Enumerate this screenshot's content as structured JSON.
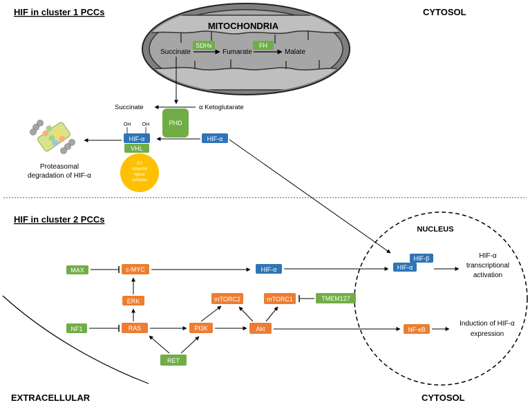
{
  "headings": {
    "cluster1": "HIF in cluster 1 PCCs",
    "cluster2": "HIF in cluster 2 PCCs",
    "cytosol_top": "CYTOSOL",
    "cytosol_bottom": "CYTOSOL",
    "extracellular": "EXTRACELLULAR",
    "nucleus": "NUCLEUS",
    "mitochondria": "MITOCHONDRIA"
  },
  "metabolites": {
    "succinate_mito": "Succinate",
    "fumarate": "Fumarate",
    "malate": "Malate",
    "succinate_cytosol": "Succinate",
    "alpha_kg": "α Ketoglutarate"
  },
  "enzymes": {
    "sdhx": "SDHx",
    "fh": "FH",
    "phd": "PHD"
  },
  "hif_cluster1": {
    "oh1": "OH",
    "oh2": "OH",
    "hif_hydroxylated": "HIF-α",
    "vhl": "VHL",
    "e3_line1": "E3",
    "e3_line2": "ubiquitin",
    "e3_line3": "ligase",
    "e3_line4": "complex",
    "hif_free": "HIF-α",
    "proteasome_line1": "Proteasomal",
    "proteasome_line2": "degradation of HIF-α"
  },
  "nucleus_content": {
    "hif_beta": "HIF-β",
    "hif_alpha": "HIF-α",
    "tx_line1": "HIF-α",
    "tx_line2": "transcriptional",
    "tx_line3": "activation",
    "nfkb": "NF-κB",
    "ind_line1": "Induction of HIF-α",
    "ind_line2": "expression"
  },
  "cluster2_nodes": {
    "max": "MAX",
    "cmyc": "c-MYC",
    "hif_alpha": "HIF-α",
    "erk": "ERK",
    "ras": "RAS",
    "nf1": "NF1",
    "pi3k": "PI3K",
    "mtorc2": "mTORC2",
    "mtorc1": "mTORC1",
    "tmem127": "TMEM127",
    "akt": "Akt",
    "ret": "RET"
  },
  "colors": {
    "green": "#70ad47",
    "orange": "#ed7d31",
    "blue": "#2e75b6",
    "yellow": "#ffc000",
    "mito_fill": "#7f7f7f",
    "mito_cristae": "#bfbfbf"
  }
}
